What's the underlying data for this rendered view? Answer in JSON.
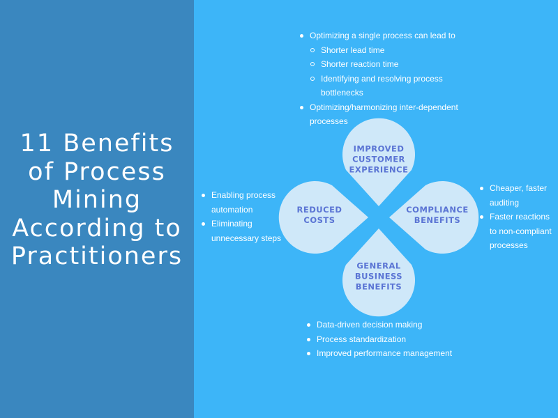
{
  "title": "11 Benefits of Process Mining According to Practitioners",
  "colors": {
    "left_bg": "#3a87bf",
    "right_bg": "#3db5f8",
    "petal_fill": "#cfe8f9",
    "petal_text": "#5a74d4",
    "text": "#ffffff"
  },
  "petals": {
    "top": "IMPROVED\nCUSTOMER\nEXPERIENCE",
    "left": "REDUCED\nCOSTS",
    "right": "COMPLIANCE\nBENEFITS",
    "bottom": "GENERAL\nBUSINESS\nBENEFITS"
  },
  "top_bullets": {
    "item1": "Optimizing a single process can lead to",
    "sub1": "Shorter lead time",
    "sub2": "Shorter reaction time",
    "sub3": "Identifying and resolving process bottlenecks",
    "item2": "Optimizing/harmonizing inter-dependent processes"
  },
  "left_bullets": [
    "Enabling process automation",
    "Eliminating unnecessary steps"
  ],
  "right_bullets": [
    "Cheaper, faster auditing",
    "Faster reactions to non-compliant processes"
  ],
  "bottom_bullets": [
    "Data-driven decision making",
    "Process standardization",
    "Improved performance management"
  ]
}
